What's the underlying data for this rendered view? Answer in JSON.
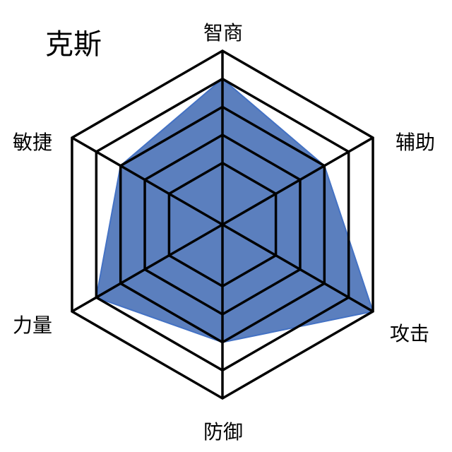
{
  "chart_data": {
    "type": "radar",
    "title": "克斯",
    "axes": [
      "智商",
      "辅助",
      "攻击",
      "防御",
      "力量",
      "敏捷"
    ],
    "series": [
      {
        "name": "克斯",
        "values": [
          4,
          3,
          5,
          3,
          4,
          3
        ],
        "color": "#5b7fbe",
        "edge_color": "#4472c4"
      }
    ],
    "levels": [
      1,
      2,
      3,
      4,
      5
    ],
    "range": [
      -1.2,
      5
    ],
    "grid_color": "#000000"
  }
}
